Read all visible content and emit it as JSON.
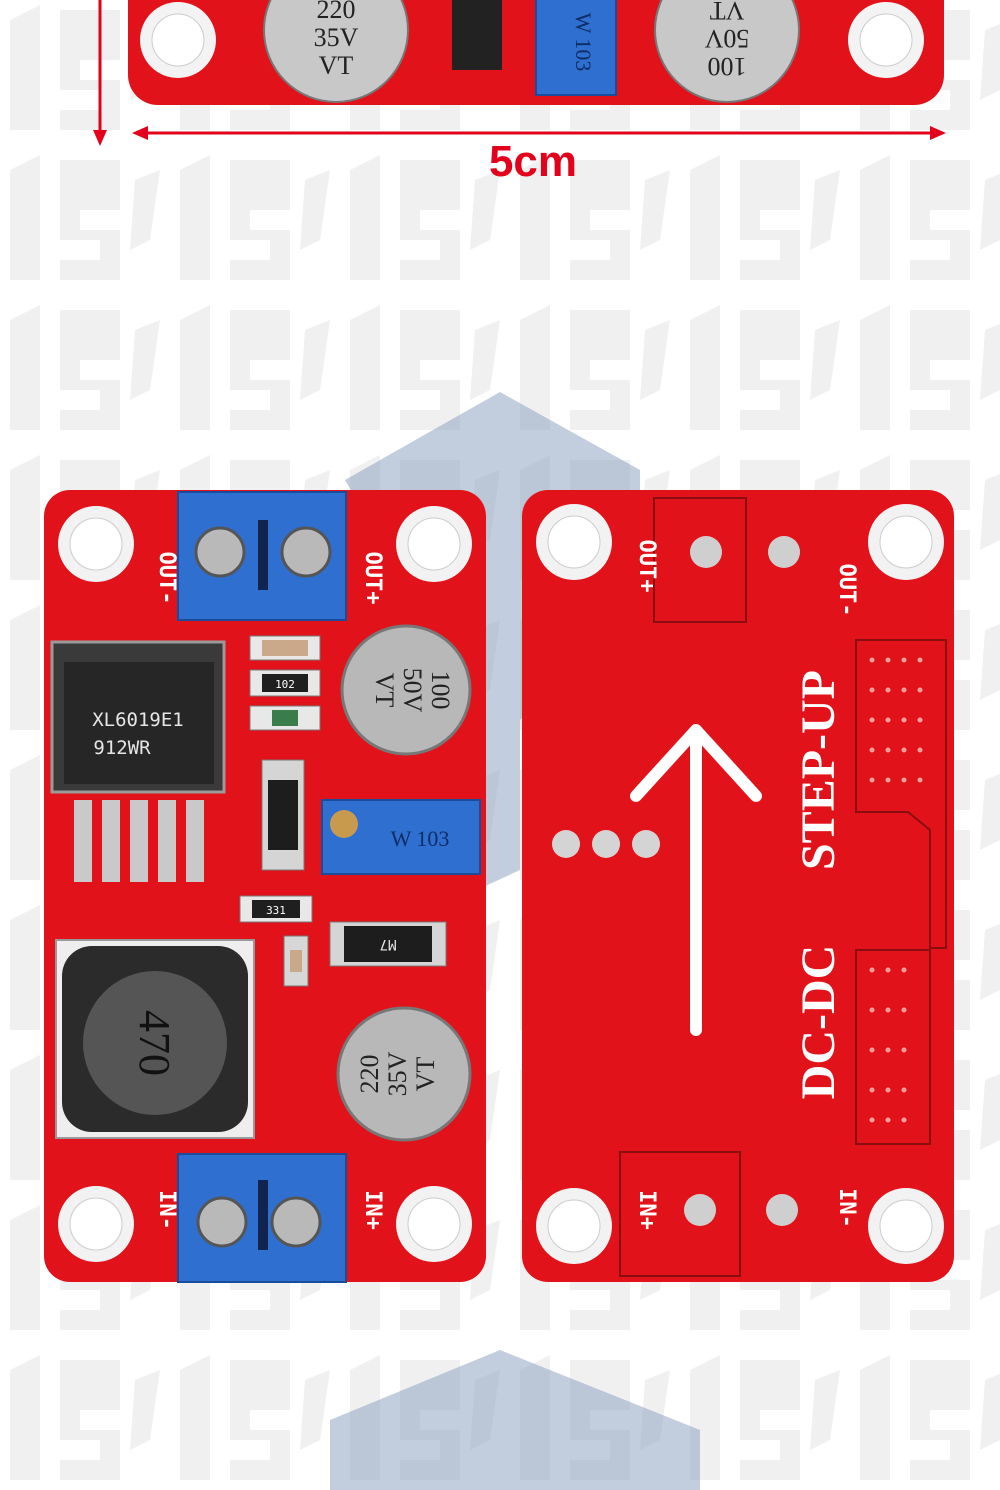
{
  "measurement": {
    "width_label": "5cm"
  },
  "top_board": {
    "cap_left": [
      "220",
      "35V",
      "VT"
    ],
    "trimmer": "W 103",
    "cap_right": [
      "100",
      "50V",
      "VT"
    ]
  },
  "front_board": {
    "terminals": {
      "out_minus": "OUT-",
      "out_plus": "OUT+",
      "in_minus": "IN-",
      "in_plus": "IN+"
    },
    "ic_lines": [
      "XL6019E1",
      "912WR"
    ],
    "resistor_102": "102",
    "resistor_331": "331",
    "cap_100_lines": [
      "100",
      "50V",
      "VT"
    ],
    "trimmer": "W 103",
    "diode": "M7",
    "inductor": "470",
    "cap_220_lines": [
      "220",
      "35V",
      "VT"
    ]
  },
  "back_board": {
    "out_plus": "OUT+",
    "out_minus": "OUT-",
    "in_plus": "IN+",
    "in_minus": "IN-",
    "title_line1": "STEP-UP",
    "title_line2": "DC-DC"
  },
  "colors": {
    "pcb": "#e2121a",
    "terminal": "#2f6fcf",
    "accent_red": "#e3001b"
  }
}
